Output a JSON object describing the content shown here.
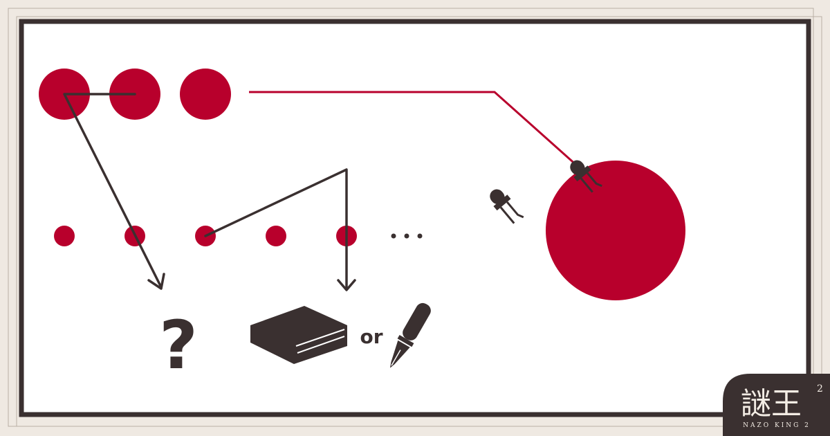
{
  "puzzle": {
    "or_label": "or",
    "question_mark": "?",
    "ellipsis": "• • •"
  },
  "logo": {
    "title": "謎王",
    "superscript": "2",
    "subtitle": "NAZO KING 2"
  },
  "colors": {
    "red": "#b8002c",
    "dark": "#3a3030",
    "background": "#efe9e2",
    "panel": "#ffffff"
  },
  "icons": [
    "led-icon",
    "book-icon",
    "fountain-pen-icon",
    "arrow-icon"
  ]
}
